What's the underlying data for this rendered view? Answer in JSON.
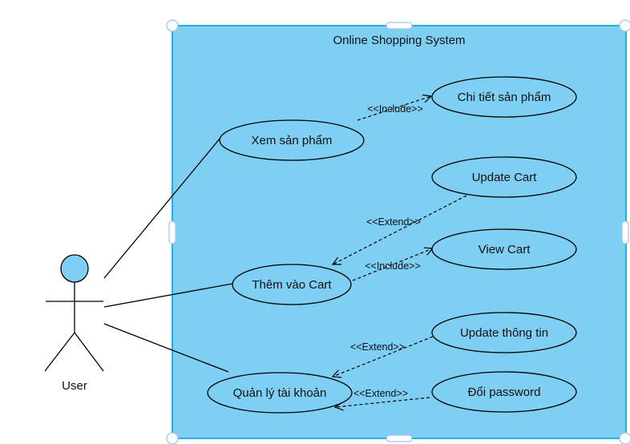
{
  "colors": {
    "system_fill": "#7ecff3",
    "system_border": "#1fb5d8",
    "usecase_fill": "#7ecff3",
    "line": "#000000",
    "actor_head_fill": "#7ecff3",
    "handle_fill": "#ffffff",
    "handle_border": "#9ec3e6"
  },
  "system": {
    "title": "Online Shopping System"
  },
  "actor": {
    "name": "User",
    "icon": "stick-figure-actor"
  },
  "use_cases": {
    "xem_san_pham": "Xem sản phẩm",
    "chi_tiet_san_pham": "Chi tiết sản phẩm",
    "update_cart": "Update Cart",
    "view_cart": "View Cart",
    "them_vao_cart": "Thêm vào Cart",
    "update_thong_tin": "Update thông tin",
    "quan_ly_tai_khoan": "Quản lý tài khoản",
    "doi_password": "Đổi password"
  },
  "relations": {
    "include_chi_tiet": "<<Include>>",
    "extend_update_cart": "<<Extend>>",
    "include_view_cart": "<<Include>>",
    "extend_update_thong_tin": "<<Extend>>",
    "extend_doi_password": "<<Extend>>"
  }
}
